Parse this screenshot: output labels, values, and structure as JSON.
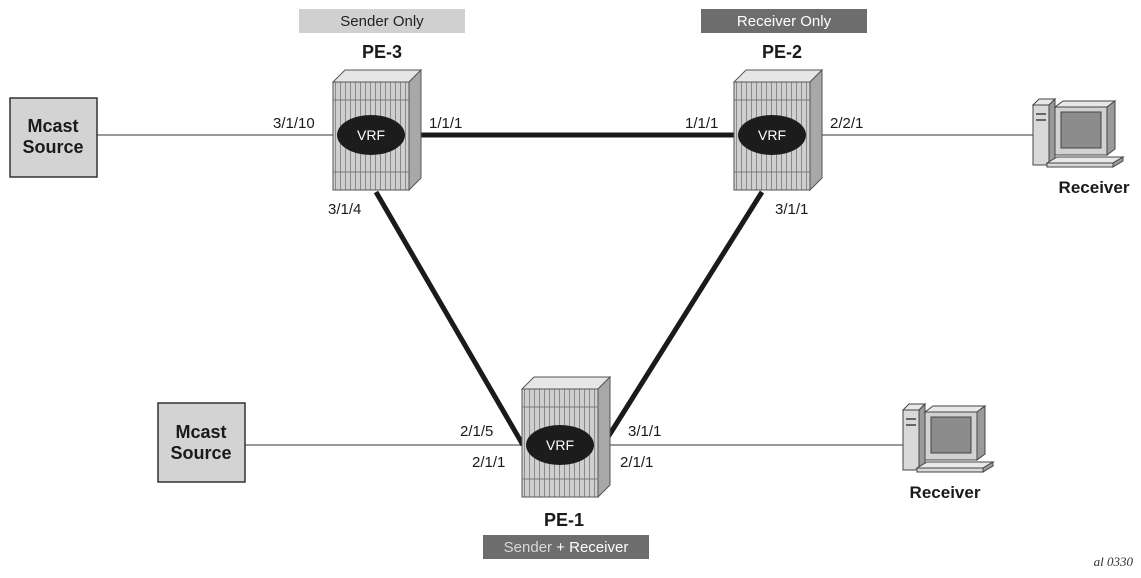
{
  "routers": {
    "pe3": {
      "name": "PE-3",
      "role": "Sender Only",
      "vrf": "VRF"
    },
    "pe2": {
      "name": "PE-2",
      "role": "Receiver Only",
      "vrf": "VRF"
    },
    "pe1": {
      "name": "PE-1",
      "role_a": "Sender",
      "role_b": " + Receiver",
      "vrf": "VRF"
    }
  },
  "sources": {
    "top": {
      "line1": "Mcast",
      "line2": "Source"
    },
    "bottom": {
      "line1": "Mcast",
      "line2": "Source"
    }
  },
  "receivers": {
    "top": {
      "label": "Receiver"
    },
    "bottom": {
      "label": "Receiver"
    }
  },
  "ports": {
    "pe3_source": "3/1/10",
    "pe3_pe2": "1/1/1",
    "pe3_pe1": "3/1/4",
    "pe2_pe3": "1/1/1",
    "pe2_receiver": "2/2/1",
    "pe2_pe1": "3/1/1",
    "pe1_pe3": "2/1/5",
    "pe1_source": "2/1/1",
    "pe1_pe2": "3/1/1",
    "pe1_receiver": "2/1/1"
  },
  "figure_id": "al_0330",
  "colors": {
    "sender_badge": "#d0d0d0",
    "receiver_badge": "#6d6d6d",
    "router_body": "#cfcfcf",
    "vrf": "#1c1c1c",
    "source_box": "#d3d3d3",
    "link": "#1a1a1a"
  }
}
